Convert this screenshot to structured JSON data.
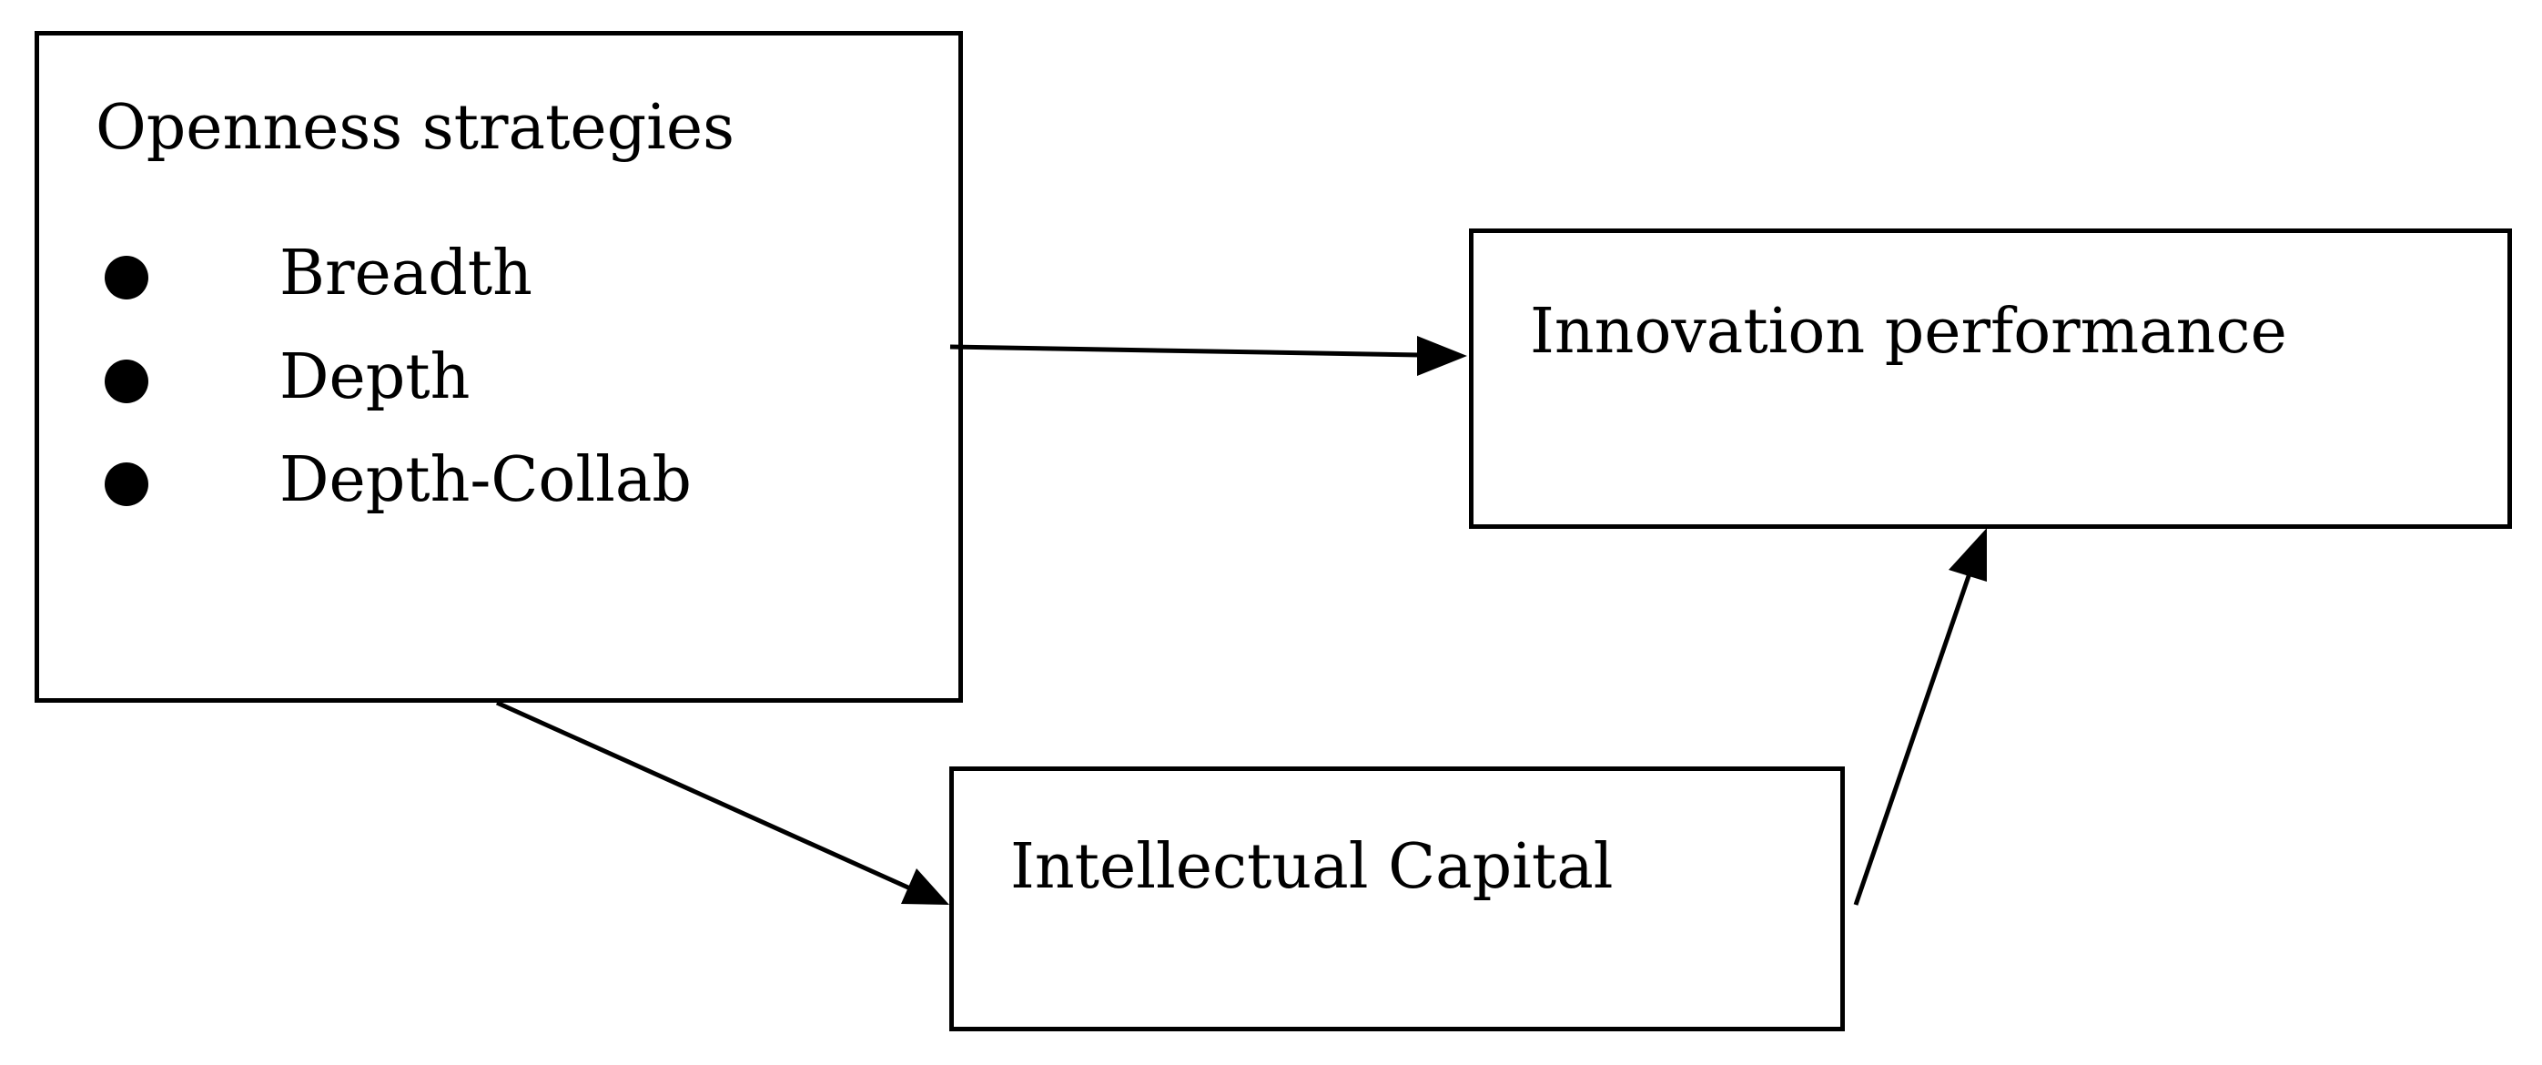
{
  "diagram": {
    "openness": {
      "title": "Openness strategies",
      "items": [
        "Breadth",
        "Depth",
        "Depth-Collab"
      ]
    },
    "innovation": {
      "title": "Innovation performance"
    },
    "capital": {
      "title": "Intellectual Capital"
    },
    "edges": [
      {
        "from": "Openness strategies",
        "to": "Innovation performance"
      },
      {
        "from": "Openness strategies",
        "to": "Intellectual Capital"
      },
      {
        "from": "Intellectual Capital",
        "to": "Innovation performance"
      }
    ]
  }
}
